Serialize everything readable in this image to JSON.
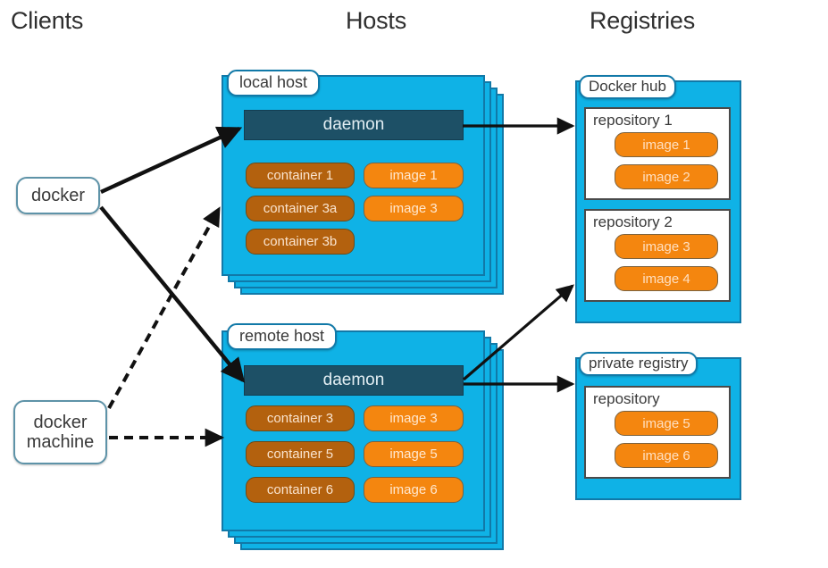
{
  "headings": {
    "clients": "Clients",
    "hosts": "Hosts",
    "registries": "Registries"
  },
  "clients": [
    {
      "id": "docker",
      "label": "docker"
    },
    {
      "id": "docker-machine",
      "label": "docker\nmachine"
    }
  ],
  "hosts": [
    {
      "id": "local-host",
      "tab": "local host",
      "daemon": "daemon",
      "containers": [
        "container 1",
        "container 3a",
        "container 3b"
      ],
      "images": [
        "image 1",
        "image 3"
      ]
    },
    {
      "id": "remote-host",
      "tab": "remote host",
      "daemon": "daemon",
      "containers": [
        "container 3",
        "container 5",
        "container 6"
      ],
      "images": [
        "image 3",
        "image 5",
        "image 6"
      ]
    }
  ],
  "registries": [
    {
      "id": "docker-hub",
      "tab": "Docker hub",
      "repositories": [
        {
          "label": "repository 1",
          "images": [
            "image 1",
            "image 2"
          ]
        },
        {
          "label": "repository 2",
          "images": [
            "image 3",
            "image 4"
          ]
        }
      ]
    },
    {
      "id": "private-registry",
      "tab": "private registry",
      "repositories": [
        {
          "label": "repository",
          "images": [
            "image 5",
            "image 6"
          ]
        }
      ]
    }
  ],
  "connections": [
    {
      "from": "docker",
      "to": "local-host-daemon",
      "style": "solid"
    },
    {
      "from": "docker",
      "to": "remote-host-daemon",
      "style": "solid"
    },
    {
      "from": "docker-machine",
      "to": "local-host",
      "style": "dashed"
    },
    {
      "from": "docker-machine",
      "to": "remote-host",
      "style": "dashed"
    },
    {
      "from": "local-host-daemon",
      "to": "repository-1",
      "style": "solid"
    },
    {
      "from": "remote-host-daemon",
      "to": "repository-2",
      "style": "solid"
    },
    {
      "from": "remote-host-daemon",
      "to": "private-registry",
      "style": "solid"
    }
  ],
  "colors": {
    "host_blue": "#0fb2e6",
    "host_border": "#1179a8",
    "daemon": "#1d5066",
    "container": "#b3610e",
    "image": "#f4860f",
    "client_border": "#5e93a8",
    "arrow": "#111111",
    "background": "#ffffff"
  }
}
